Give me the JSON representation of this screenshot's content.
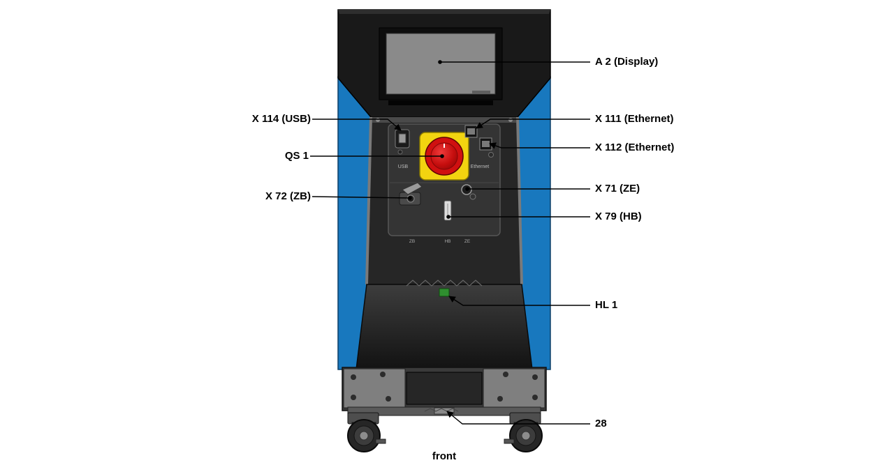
{
  "figure": {
    "caption": "front",
    "labels": {
      "a2": "A 2 (Display)",
      "x114": "X 114 (USB)",
      "x111": "X 111 (Ethernet)",
      "x112": "X 112 (Ethernet)",
      "qs1": "QS 1",
      "x72": "X 72 (ZB)",
      "x71": "X 71 (ZE)",
      "x79": "X 79 (HB)",
      "hl1": "HL 1",
      "pos28": "28"
    },
    "panel_markings": {
      "usb": "USB",
      "ethernet": "Ethernet",
      "zb": "ZB",
      "hb": "HB",
      "ze": "ZE"
    },
    "colors": {
      "side_panel_blue": "#1878be",
      "estop_yellow": "#f2d410",
      "estop_red": "#d01010",
      "indicator_green": "#2f8f2f"
    }
  }
}
